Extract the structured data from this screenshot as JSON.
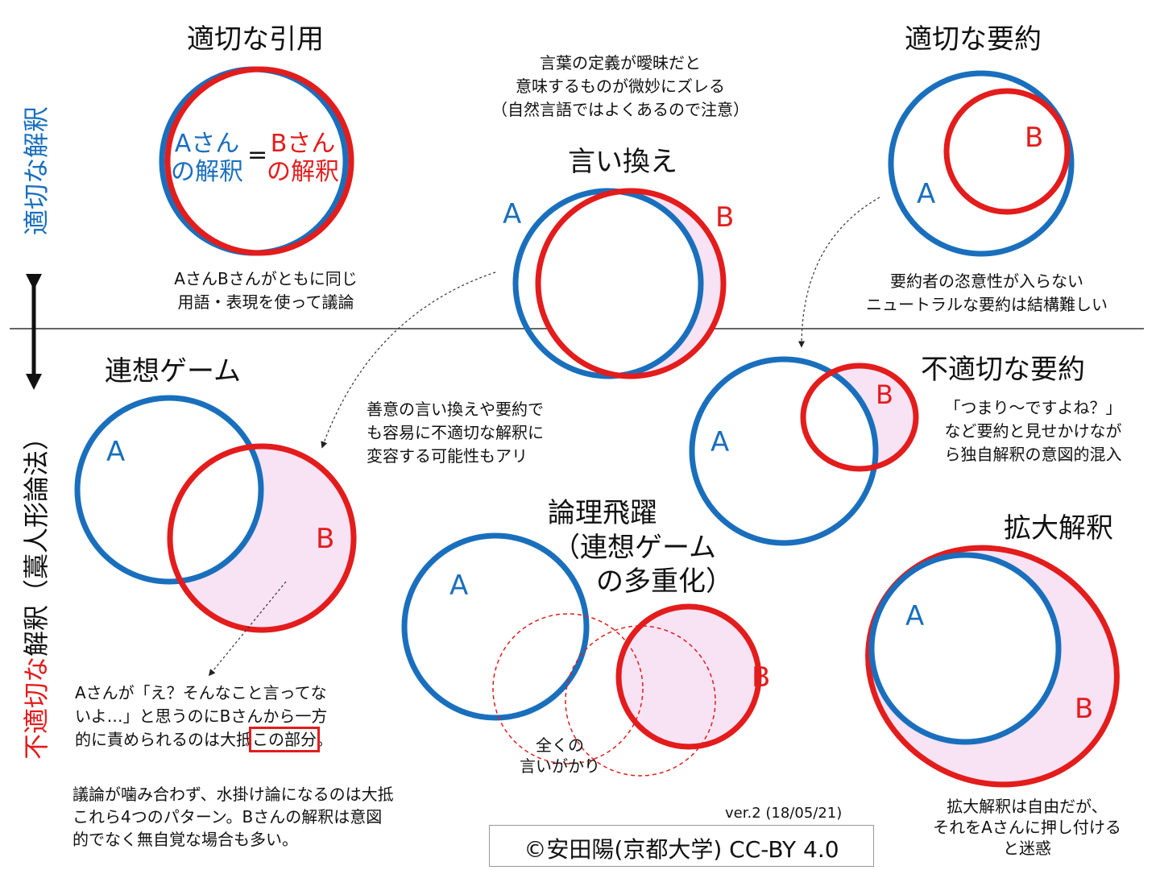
{
  "side": {
    "top_part1": "適切な解釈",
    "bottom_part1": "不適切な",
    "bottom_part2": "解釈（藁人形論法）"
  },
  "proper_quote": {
    "title": "適切な引用",
    "a_line1": "Aさん",
    "a_line2": "の解釈",
    "eq": "=",
    "b_line1": "Bさん",
    "b_line2": "の解釈",
    "note1": "AさんBさんがともに同じ",
    "note2": "用語・表現を使って議論"
  },
  "paraphrase": {
    "title": "言い換え",
    "note1": "言葉の定義が曖昧だと",
    "note2": "意味するものが微妙にズレる",
    "note3": "（自然言語ではよくあるので注意）",
    "label_a": "A",
    "label_b": "B"
  },
  "proper_summary": {
    "title": "適切な要約",
    "label_a": "A",
    "label_b": "B",
    "note1": "要約者の恣意性が入らない",
    "note2": "ニュートラルな要約は結構難しい"
  },
  "association": {
    "title": "連想ゲーム",
    "label_a": "A",
    "label_b": "B",
    "note1": "Aさんが「え？そんなこと言ってな",
    "note2": "いよ…」と思うのにBさんから一方",
    "note3": "的に責められるのは大抵",
    "highlight": "この部分",
    "note3_end": "。"
  },
  "goodwill_note": {
    "line1": "善意の言い換えや要約で",
    "line2": "も容易に不適切な解釈に",
    "line3": "変容する可能性もアリ"
  },
  "improper_summary": {
    "title": "不適切な要約",
    "label_a": "A",
    "label_b": "B",
    "note1": "「つまり〜ですよね？」",
    "note2": "など要約と見せかけなが",
    "note3": "ら独自解釈の意図的混入"
  },
  "leap": {
    "title1": "論理飛躍",
    "title2": "（連想ゲーム",
    "title3": "の多重化）",
    "label_a": "A",
    "label_b": "B",
    "note1": "全くの",
    "note2": "言いがかり"
  },
  "expansion": {
    "title": "拡大解釈",
    "label_a": "A",
    "label_b": "B",
    "note1": "拡大解釈は自由だが、",
    "note2": "それをAさんに押し付ける",
    "note3": "と迷惑"
  },
  "summary": {
    "line1": "議論が噛み合わず、水掛け論になるのは大抵",
    "line2": "これら4つのパターン。Bさんの解釈は意図",
    "line3": "的でなく無自覚な場合も多い。"
  },
  "version": "ver.2 (18/05/21)",
  "credit": "©安田陽(京都大学) CC-BY 4.0",
  "colors": {
    "blue": "#1a6fbd",
    "red": "#e31c1c",
    "pink": "#f7e3f4",
    "divider": "#333333"
  }
}
